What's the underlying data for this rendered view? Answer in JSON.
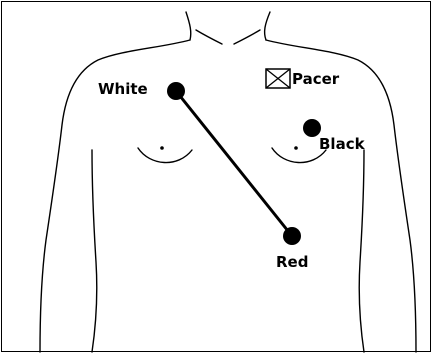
{
  "diagram": {
    "labels": {
      "white": "White",
      "black": "Black",
      "red": "Red",
      "pacer": "Pacer"
    },
    "electrodes": [
      "white-electrode",
      "black-electrode",
      "red-electrode"
    ],
    "icons": {
      "pacer": "pacer-box-icon"
    },
    "colors": {
      "ink": "#000000",
      "background": "#ffffff"
    }
  }
}
